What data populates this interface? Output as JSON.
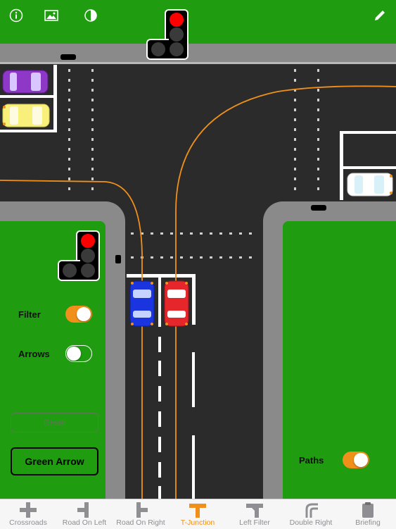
{
  "top_bar": {
    "icons": [
      "info-icon",
      "image-icon",
      "contrast-icon",
      "pencil-icon"
    ]
  },
  "controls": {
    "filter_label": "Filter",
    "filter_on": true,
    "arrows_label": "Arrows",
    "arrows_on": false,
    "reset_label": "Reset",
    "green_arrow_label": "Green Arrow",
    "paths_label": "Paths",
    "paths_on": true
  },
  "traffic_lights": {
    "top": "red",
    "left": "red"
  },
  "colors": {
    "grass": "#1f9c10",
    "road": "#2f2f31",
    "pavement": "#8a8a8a",
    "accent": "#f0901a",
    "red_light": "#ff0000"
  },
  "tabs": [
    {
      "label": "Crossroads",
      "icon": "crossroads-icon"
    },
    {
      "label": "Road On Left",
      "icon": "road-on-left-icon"
    },
    {
      "label": "Road On Right",
      "icon": "road-on-right-icon"
    },
    {
      "label": "T-Junction",
      "icon": "t-junction-icon",
      "active": true
    },
    {
      "label": "Left Filter",
      "icon": "left-filter-icon"
    },
    {
      "label": "Double Right",
      "icon": "double-right-icon"
    },
    {
      "label": "Briefing",
      "icon": "clipboard-icon"
    }
  ]
}
